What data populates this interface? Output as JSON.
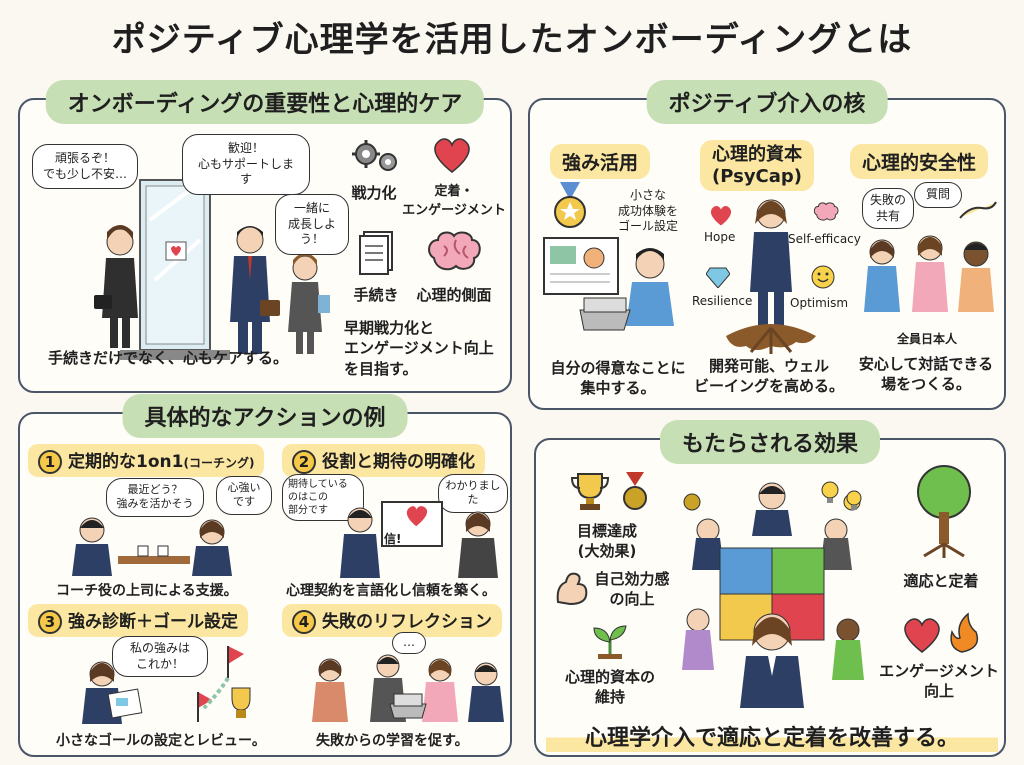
{
  "title": "ポジティブ心理学を活用したオンボーディングとは",
  "panel1": {
    "label": "オンボーディングの重要性と心理的ケア",
    "bubble_worry": "頑張るぞ！\nでも少し不安…",
    "bubble_welcome": "歓迎！\n心もサポートします",
    "bubble_grow": "一緒に\n成長しよう！",
    "caption": "手続きだけでなく、心もケアする。",
    "icons": [
      {
        "icon": "gears-icon",
        "label": "戦力化"
      },
      {
        "icon": "heart-icon",
        "label": "定着・\nエンゲージメント"
      },
      {
        "icon": "document-icon",
        "label": "手続き"
      },
      {
        "icon": "brain-icon",
        "label": "心理的側面"
      }
    ],
    "goal": "早期戦力化と\nエンゲージメント向上\nを目指す。"
  },
  "panel2": {
    "label": "ポジティブ介入の核",
    "col1": {
      "tag": "強み活用",
      "note": "小さな\n成功体験を\nゴール設定",
      "caption": "自分の得意なことに\n集中する。"
    },
    "col2": {
      "tag": "心理的資本\n(PsyCap)",
      "hope": "Hope",
      "efficacy": "Self-efficacy",
      "resilience": "Resilience",
      "optimism": "Optimism",
      "caption": "開発可能、ウェル\nビーイングを高める。"
    },
    "col3": {
      "tag": "心理的安全性",
      "bubble_failure": "失敗の\n共有",
      "bubble_question": "質問",
      "label_all": "全員日本人",
      "caption": "安心して対話できる\n場をつくる。"
    }
  },
  "panel3": {
    "label": "具体的なアクションの例",
    "a1": {
      "num": "1",
      "title": "定期的な1on1",
      "sub": "(コーチング)",
      "bubble_a": "最近どう？\n強みを活かそう",
      "bubble_b": "心強い\nです",
      "caption": "コーチ役の上司による支援。"
    },
    "a2": {
      "num": "2",
      "title": "役割と期待の明確化",
      "bubble_a": "期待している\nのはこの\n部分です",
      "bubble_b": "わかりました",
      "board": "信!",
      "caption": "心理契約を言語化し信頼を築く。"
    },
    "a3": {
      "num": "3",
      "title": "強み診断＋ゴール設定",
      "bubble": "私の強みは\nこれか！",
      "caption": "小さなゴールの設定とレビュー。"
    },
    "a4": {
      "num": "4",
      "title": "失敗のリフレクション",
      "bubble": "…",
      "caption": "失敗からの学習を促す。"
    }
  },
  "panel4": {
    "label": "もたらされる効果",
    "e1": "目標達成\n(大効果)",
    "e2": "自己効力感\nの向上",
    "e3": "心理的資本の\n維持",
    "e4": "適応と定着",
    "e5": "エンゲージメント\n向上",
    "summary": "心理学介入で適応と定着を改善する。"
  },
  "colors": {
    "panel_border": "#4a5568",
    "label_green": "#c7dfb4",
    "tag_yellow": "#fbe7a1",
    "accent_red": "#e0454f",
    "suit_navy": "#2e3f66"
  }
}
